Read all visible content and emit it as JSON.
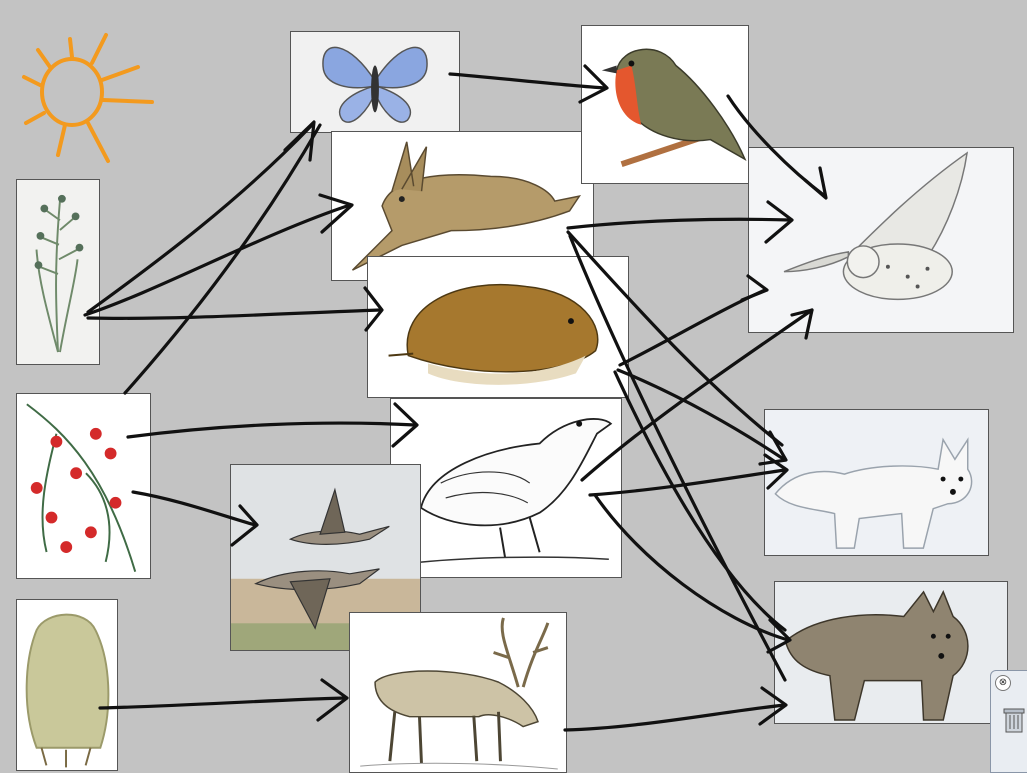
{
  "diagram": {
    "type": "food-web",
    "organisms": [
      {
        "id": "sun",
        "icon": "sun-icon"
      },
      {
        "id": "grass",
        "icon": "grass-icon"
      },
      {
        "id": "cranberry",
        "icon": "cranberry-icon"
      },
      {
        "id": "lichen",
        "icon": "lichen-icon"
      },
      {
        "id": "butterfly",
        "icon": "butterfly-icon"
      },
      {
        "id": "hare",
        "icon": "hare-icon"
      },
      {
        "id": "lemming",
        "icon": "lemming-icon"
      },
      {
        "id": "ptarmigan",
        "icon": "ptarmigan-icon"
      },
      {
        "id": "geese",
        "icon": "geese-icon"
      },
      {
        "id": "reindeer",
        "icon": "reindeer-icon"
      },
      {
        "id": "robin",
        "icon": "robin-icon"
      },
      {
        "id": "snowy-owl",
        "icon": "owl-icon"
      },
      {
        "id": "arctic-fox",
        "icon": "fox-icon"
      },
      {
        "id": "wolf",
        "icon": "wolf-icon"
      }
    ],
    "arrows": [
      [
        "grass",
        "hare"
      ],
      [
        "grass",
        "lemming"
      ],
      [
        "grass",
        "butterfly"
      ],
      [
        "cranberry",
        "butterfly"
      ],
      [
        "cranberry",
        "ptarmigan"
      ],
      [
        "cranberry",
        "geese"
      ],
      [
        "lichen",
        "reindeer"
      ],
      [
        "butterfly",
        "robin"
      ],
      [
        "robin",
        "snowy-owl"
      ],
      [
        "hare",
        "snowy-owl"
      ],
      [
        "hare",
        "arctic-fox"
      ],
      [
        "hare",
        "wolf"
      ],
      [
        "lemming",
        "snowy-owl"
      ],
      [
        "lemming",
        "arctic-fox"
      ],
      [
        "lemming",
        "wolf"
      ],
      [
        "ptarmigan",
        "snowy-owl"
      ],
      [
        "ptarmigan",
        "arctic-fox"
      ],
      [
        "ptarmigan",
        "wolf"
      ],
      [
        "reindeer",
        "wolf"
      ]
    ],
    "colors": {
      "background": "#c3c3c3",
      "arrow": "#111111",
      "sun": "#f39a1e"
    }
  },
  "toolbar": {
    "close_symbol": "⊗",
    "icons": [
      "close-icon",
      "trash-icon"
    ]
  }
}
